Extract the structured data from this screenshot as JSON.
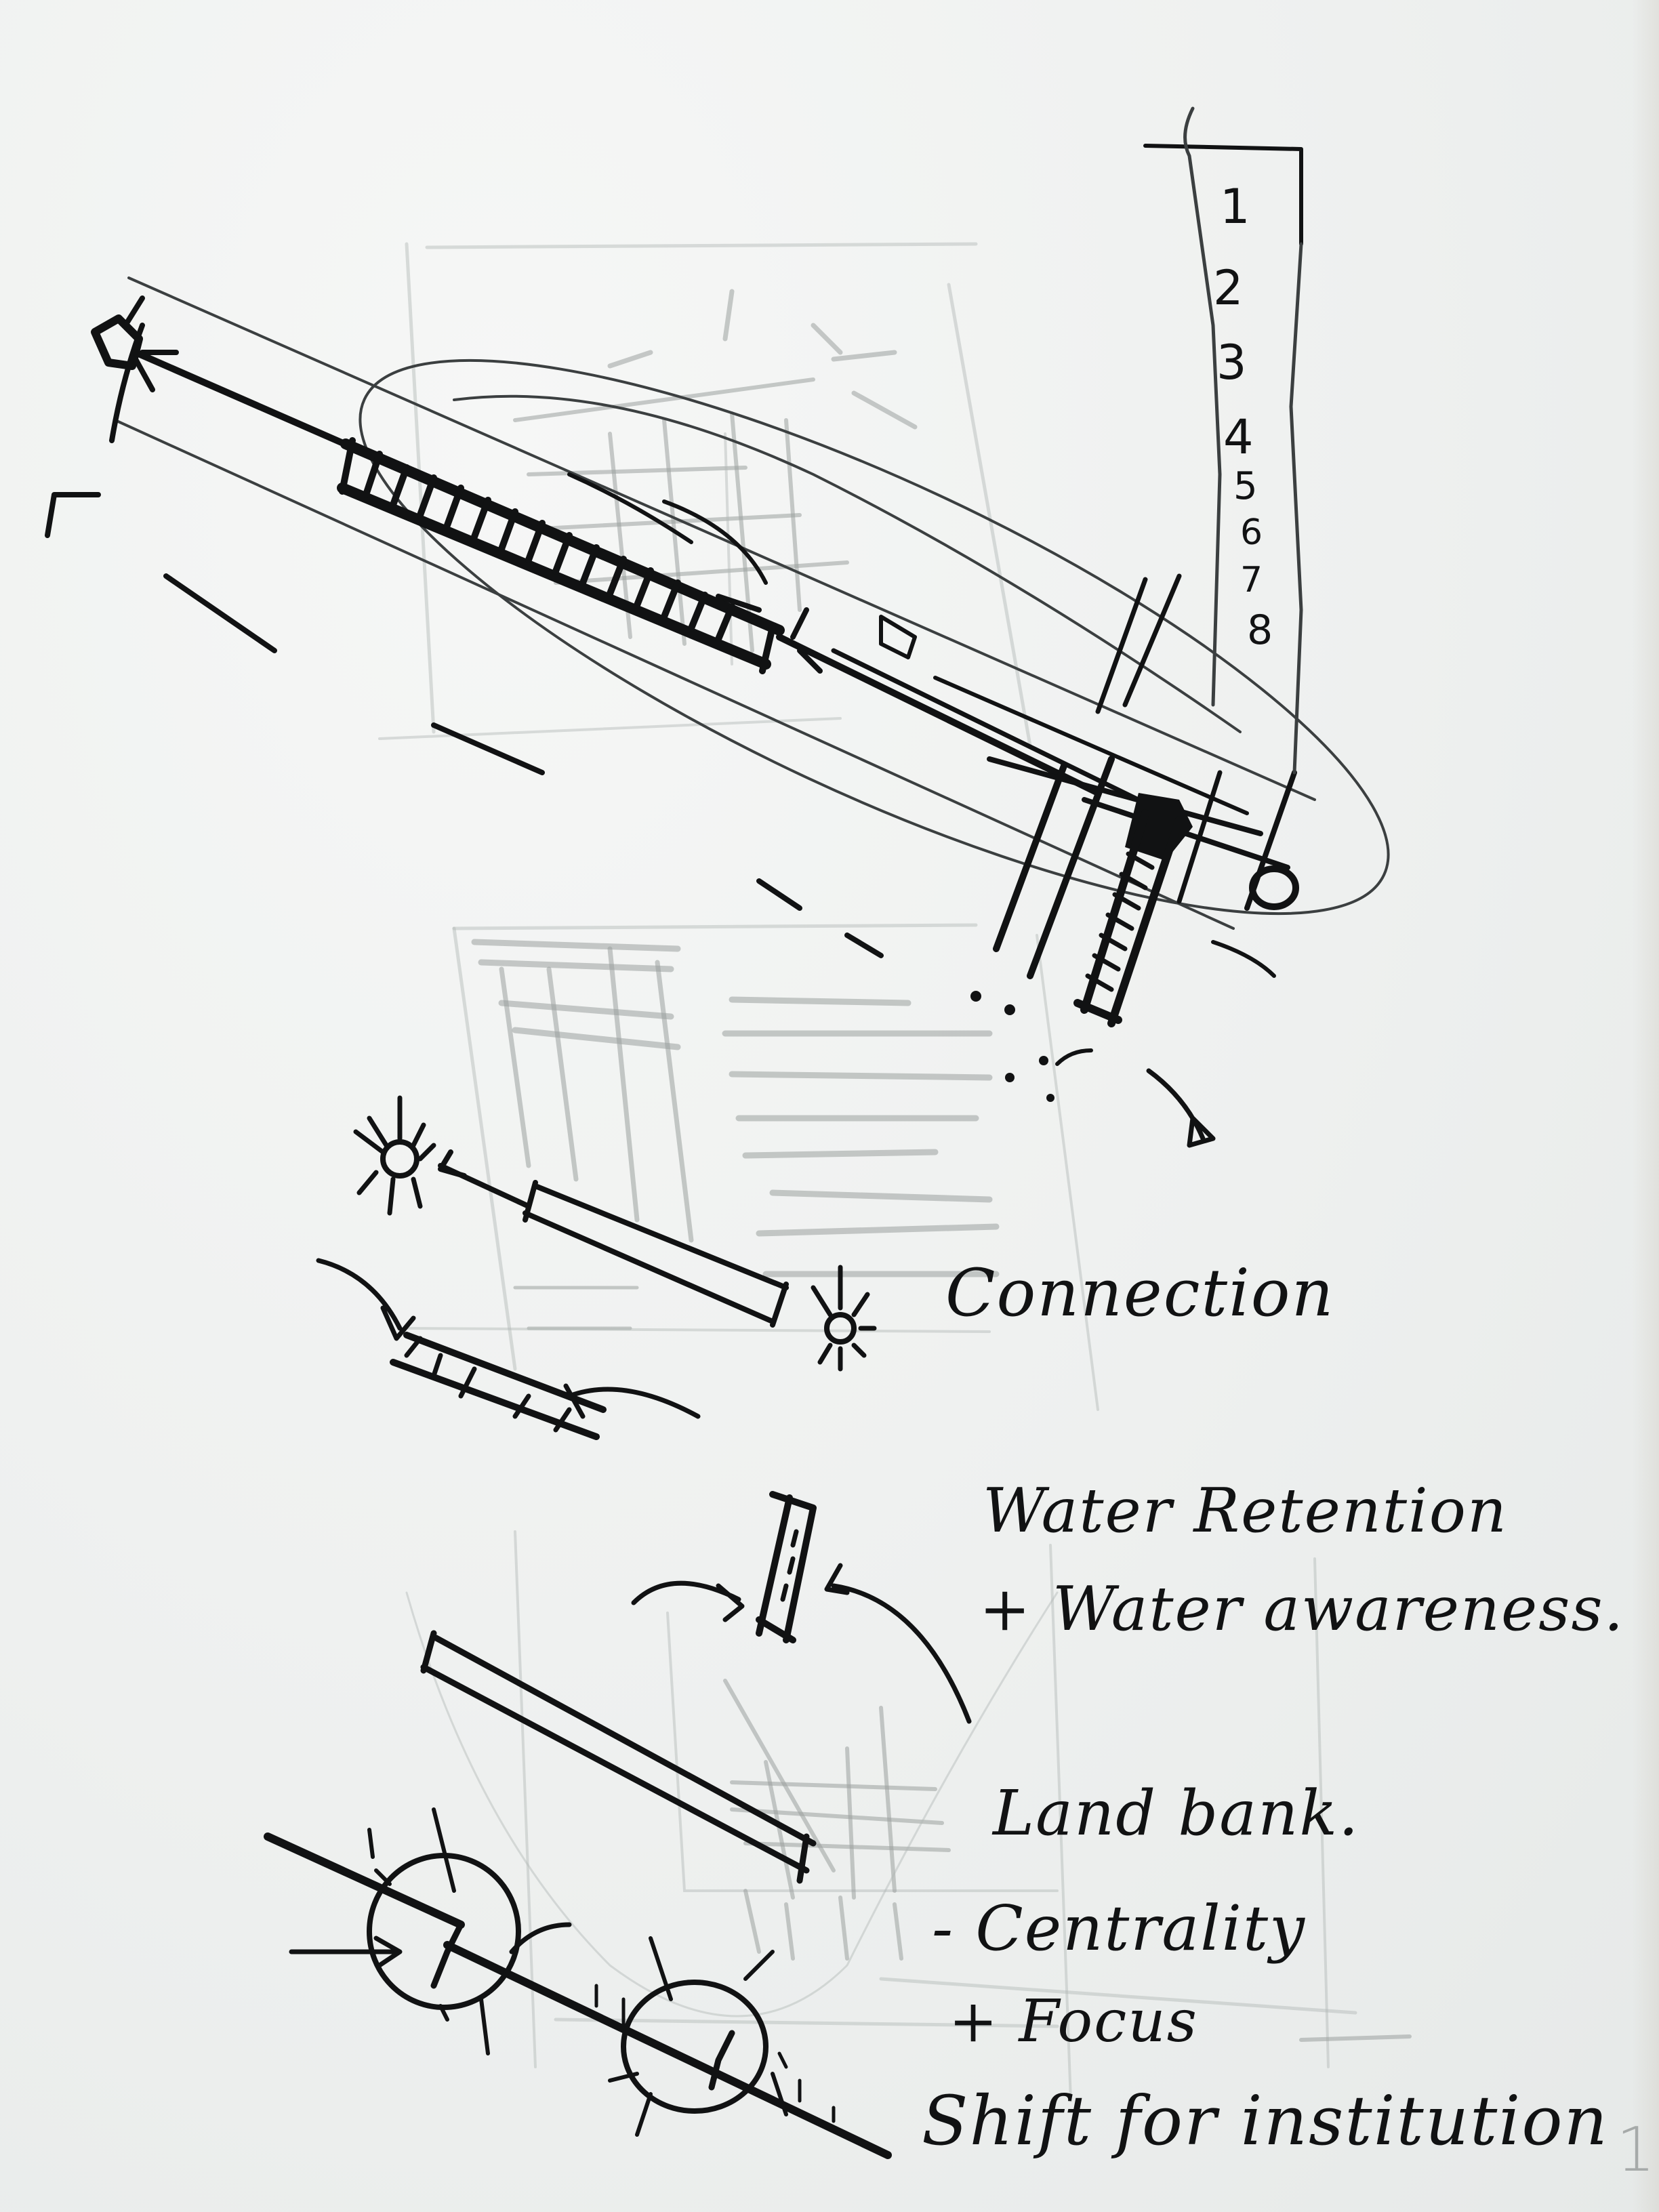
{
  "page": {
    "paper_color": "#eef0ee",
    "ink_color": "#111213",
    "pencil_color": "#9aa09e",
    "page_number": "1"
  },
  "numbered_list": {
    "items": [
      "1",
      "2",
      "3",
      "4",
      "5",
      "6",
      "7",
      "8"
    ]
  },
  "annotations": {
    "connection": "Connection",
    "water_retention": "Water Retention",
    "water_awareness": "+ Water awareness.",
    "land_bank": "Land bank.",
    "centrality": "- Centrality",
    "focus": "+ Focus",
    "shift": "Shift for institution"
  },
  "diagrams": {
    "main_axis": {
      "icon": "eye-sun-icon",
      "feature": "hatched-axis-bar",
      "junction": "L-junction",
      "node": "circle-node"
    },
    "connection": {
      "icons": [
        "sun-icon",
        "sun-icon"
      ],
      "feature": "double-line-bar"
    },
    "hatched_segment": {
      "feature": "hatched-bar",
      "arrows": 2
    },
    "water": {
      "feature": "small-hatched-block",
      "arrows": 2
    },
    "land_bank": {
      "feature": "double-line-bar"
    },
    "centrality": {
      "feature": "circles-on-axis",
      "count": 2
    }
  }
}
